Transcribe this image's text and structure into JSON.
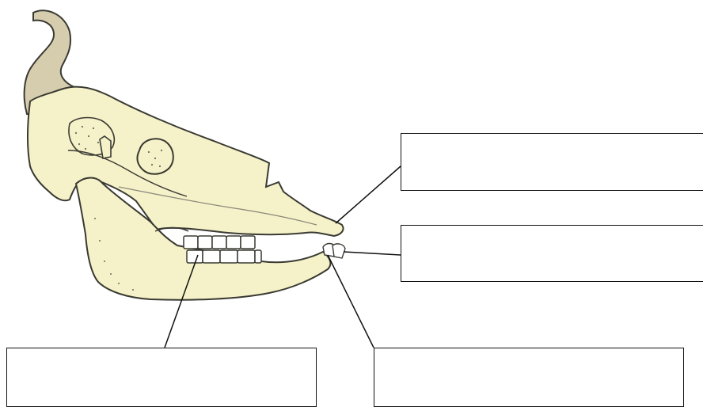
{
  "colors": {
    "bone": "#f5f2c9",
    "horn": "#d6ccae",
    "outline": "#3a3a33",
    "leader": "#111111",
    "box_border": "#111111"
  },
  "labels": [
    {
      "id": "nasal",
      "text": ""
    },
    {
      "id": "dental-pad",
      "text": ""
    },
    {
      "id": "molars",
      "text": ""
    },
    {
      "id": "incisors",
      "text": ""
    }
  ]
}
